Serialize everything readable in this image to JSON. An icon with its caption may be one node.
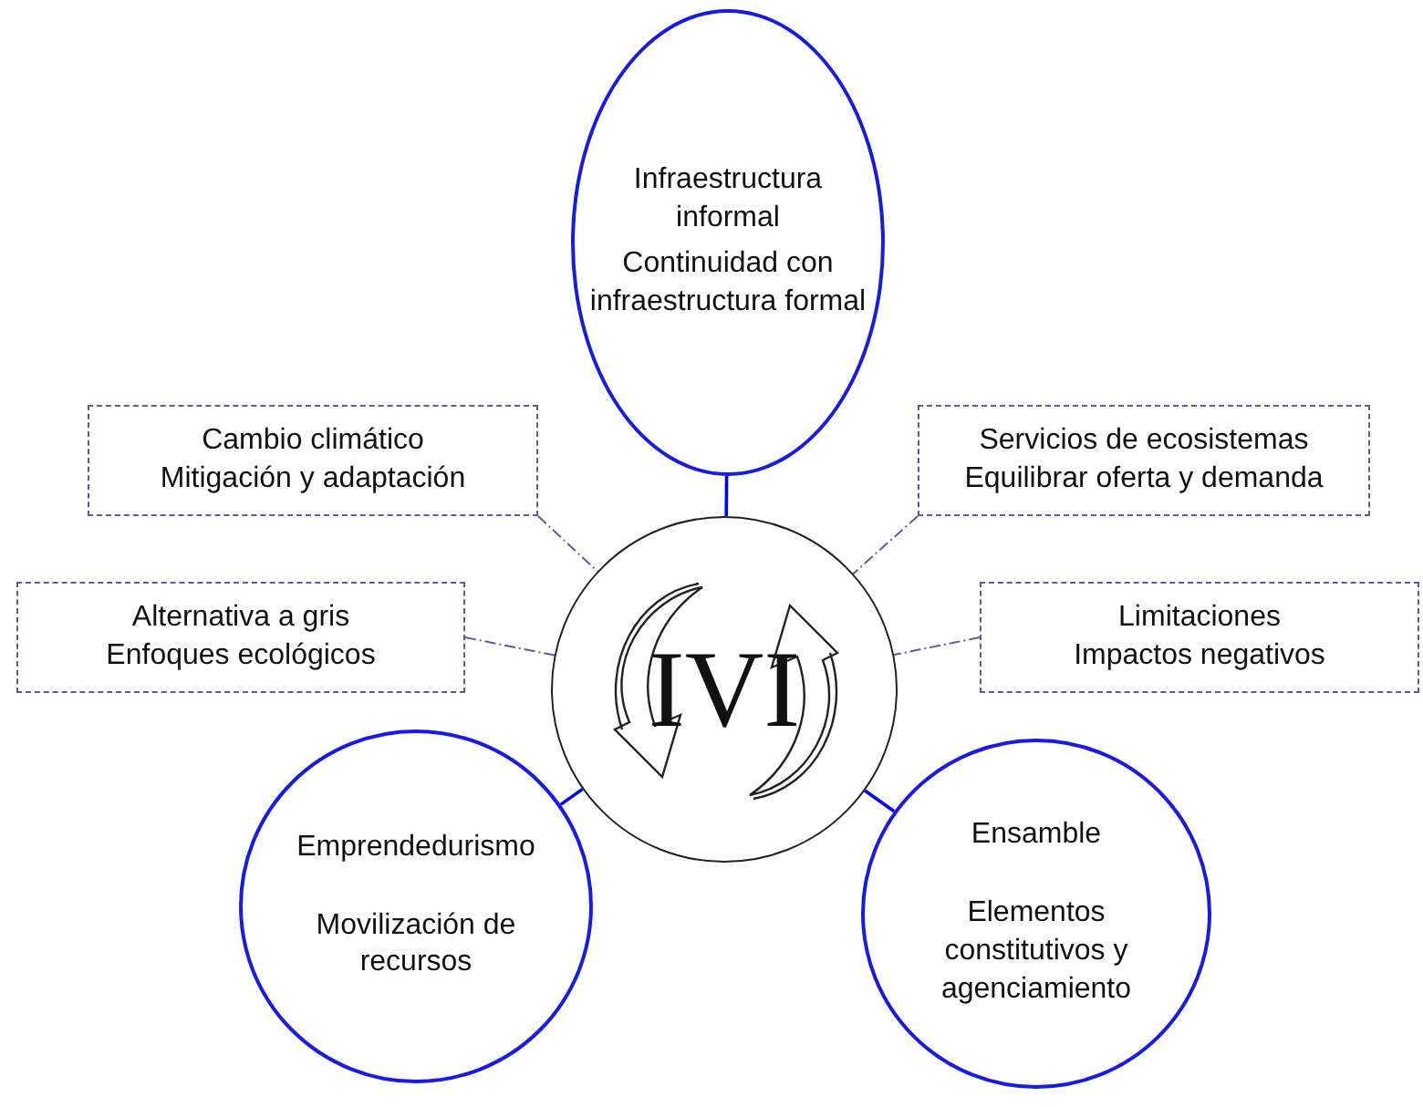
{
  "diagram": {
    "nodes": [
      {
        "text": [
          "IVI"
        ]
      },
      {
        "text": [
          "Infraestructura informal",
          "Continuidad con infraestructura formal"
        ]
      },
      {
        "text": [
          "Cambio climático",
          "Mitigación y adaptación"
        ]
      },
      {
        "text": [
          "Servicios de ecosistemas",
          "Equilibrar oferta y demanda"
        ]
      },
      {
        "text": [
          "Alternativa a gris",
          "Enfoques ecológicos"
        ]
      },
      {
        "text": [
          "Limitaciones",
          "Impactos negativos"
        ]
      },
      {
        "text": [
          "Emprendedurismo",
          "Movilización de recursos"
        ]
      },
      {
        "text": [
          "Ensamble",
          "Elementos constitutivos y agenciamiento"
        ]
      }
    ],
    "edges": [
      {
        "from": 1,
        "to": 0,
        "arrow": "none",
        "color": "#0000ff"
      },
      {
        "from": 2,
        "to": 0,
        "arrow": "none",
        "style": "dashed"
      },
      {
        "from": 3,
        "to": 0,
        "arrow": "none",
        "style": "dashed"
      },
      {
        "from": 4,
        "to": 0,
        "arrow": "none",
        "style": "dashed"
      },
      {
        "from": 5,
        "to": 0,
        "arrow": "none",
        "style": "dashed"
      },
      {
        "from": 6,
        "to": 0,
        "arrow": "none",
        "color": "#0000ff"
      },
      {
        "from": 7,
        "to": 0,
        "arrow": "none",
        "color": "#0000ff"
      }
    ]
  }
}
